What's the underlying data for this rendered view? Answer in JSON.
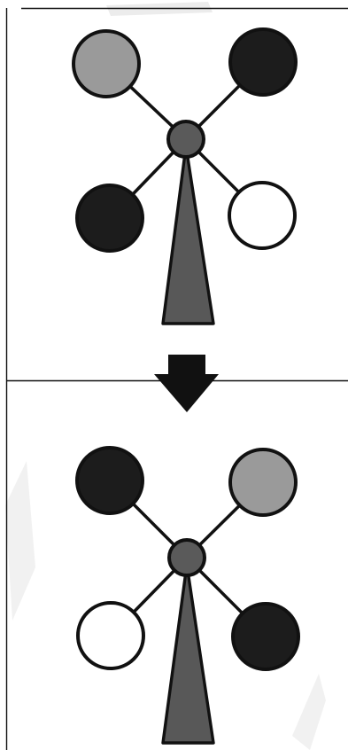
{
  "colors": {
    "background": "#ffffff",
    "stroke": "#111111",
    "black_disc": "#1c1c1c",
    "gray_disc": "#9a9a9a",
    "white_disc": "#ffffff",
    "hub": "#5a5a5a",
    "post": "#585858",
    "arrow": "#111111",
    "watermark": "#e6e6e6"
  },
  "panels": [
    {
      "name": "before",
      "arms": {
        "top_left": "gray",
        "top_right": "black",
        "bottom_left": "black",
        "bottom_right": "white"
      }
    },
    {
      "name": "after",
      "arms": {
        "top_left": "black",
        "top_right": "gray",
        "bottom_left": "white",
        "bottom_right": "black"
      }
    }
  ],
  "transition": {
    "arrow_icon": "down-arrow-icon"
  }
}
